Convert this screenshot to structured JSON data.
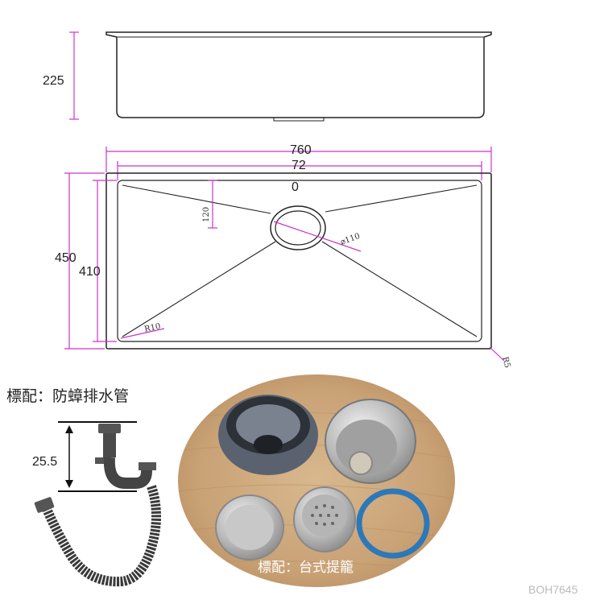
{
  "side_view": {
    "height_label": "225"
  },
  "top_view": {
    "outer_width_label": "760",
    "inner_width_label": "72",
    "center_label": "0",
    "outer_height_label": "450",
    "inner_height_label": "410",
    "slope_label": "120",
    "drain_label": "⌀110",
    "corner_radius_label": "R10",
    "rim_radius_label": "R5"
  },
  "drain_pipe": {
    "caption": "標配：防蟑排水管",
    "height_label": "25.5"
  },
  "photo": {
    "caption": "標配：台式提籠"
  },
  "model_code": "BOH7645",
  "colors": {
    "dimension": "#cc33cc",
    "line": "#222222"
  }
}
